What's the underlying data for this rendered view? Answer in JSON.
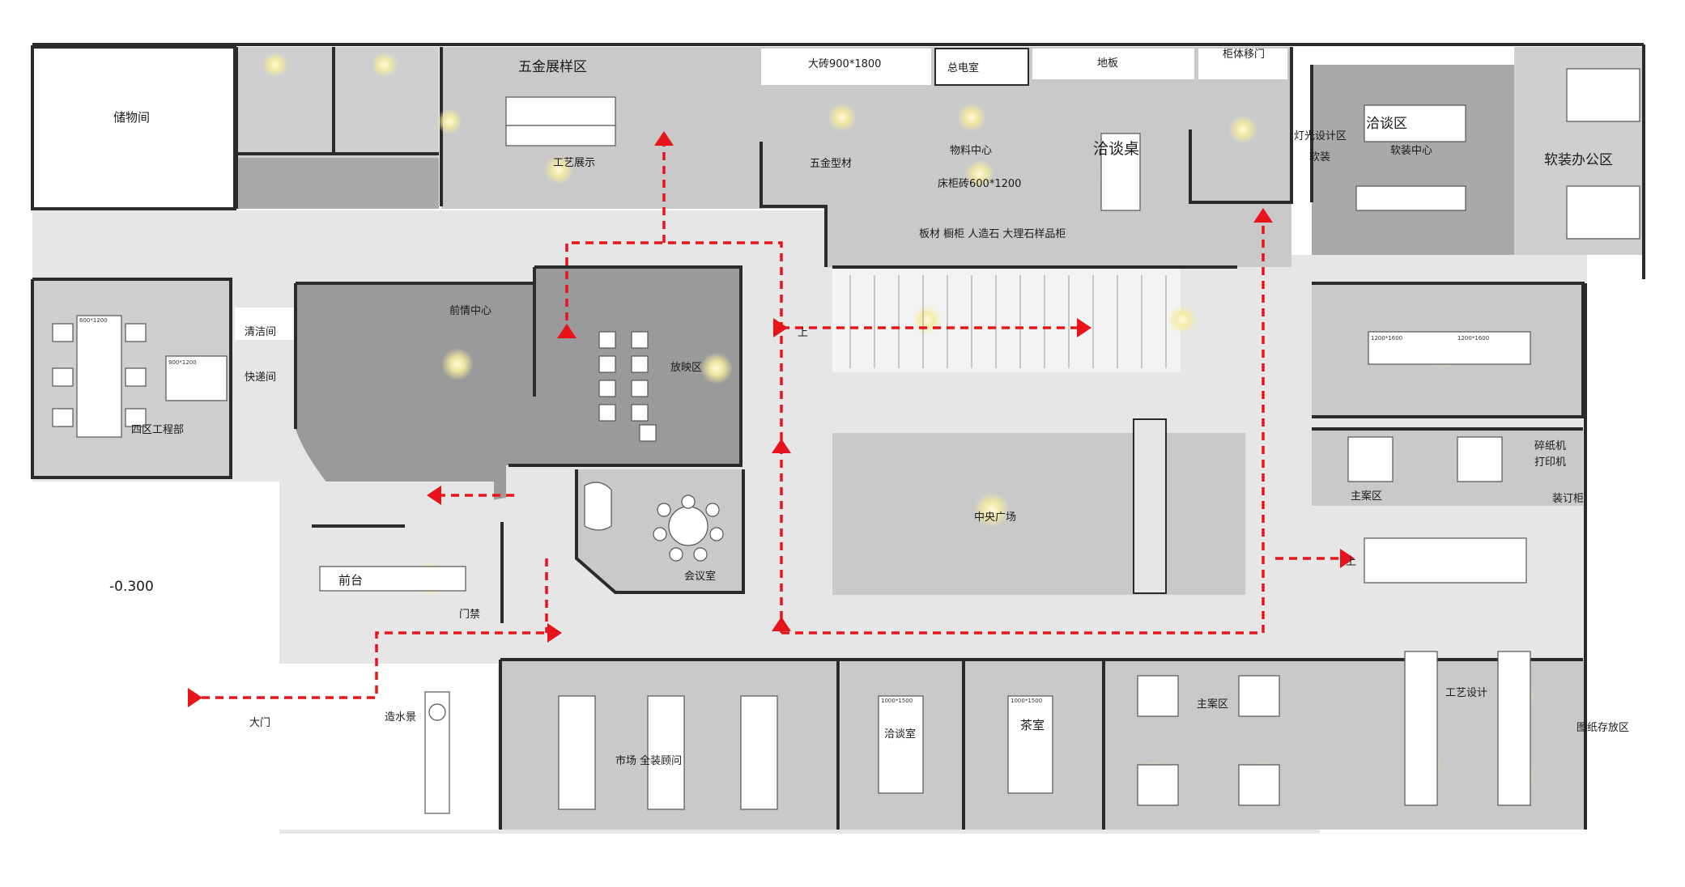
{
  "rooms": {
    "storage": "储物间",
    "hardware_display": "五金展样区",
    "craft_display": "工艺展示",
    "tile_big": "大砖900*1800",
    "power_room": "总电室",
    "floor": "地板",
    "cabinet_door": "柜体移门",
    "material_center": "物料中心",
    "bed_tile": "床柜砖600*1200",
    "hardware_profile": "五金型材",
    "board_cabinet": "板材  橱柜   人造石  大理石样品柜",
    "nego_table": "洽谈桌",
    "lighting_design": "灯光设计区",
    "soft_deco": "软装",
    "nego_area": "洽谈区",
    "soft_center": "软装中心",
    "soft_office": "软装办公区",
    "pre_center": "前情中心",
    "cleaning": "清洁间",
    "express": "快递间",
    "zone4_eng": "四区工程部",
    "screening": "放映区",
    "meeting": "会议室",
    "central_plaza": "中央广场",
    "reception": "前台",
    "access_ctrl": "门禁",
    "entrance": "大门",
    "waterscape": "造水景",
    "market_consult": "市场  全装顾问",
    "nego_room": "洽谈室",
    "tea_room": "茶室",
    "main_design_1": "主案区",
    "main_design_2": "主案区",
    "craft_design": "工艺设计",
    "drawing_storage": "图纸存放区",
    "shredder": "碎纸机",
    "printer": "打印机",
    "binding_cabinet": "装订柜",
    "stair_up_1": "上",
    "stair_up_2": "上",
    "elev": "-0.300"
  },
  "table_dims": {
    "t1": "600*1200",
    "t2": "900*1200",
    "t3": "1200*1600",
    "t4": "1200*1600",
    "t5": "1000*1500",
    "t6": "1000*1500"
  },
  "colors": {
    "wall": "#2b2b2b",
    "room_grey": "#c9c9c9",
    "room_dark": "#a9a9a9",
    "corridor": "#e5e5e5",
    "light_glow": "#fff5b0",
    "route": "#e8141b"
  }
}
